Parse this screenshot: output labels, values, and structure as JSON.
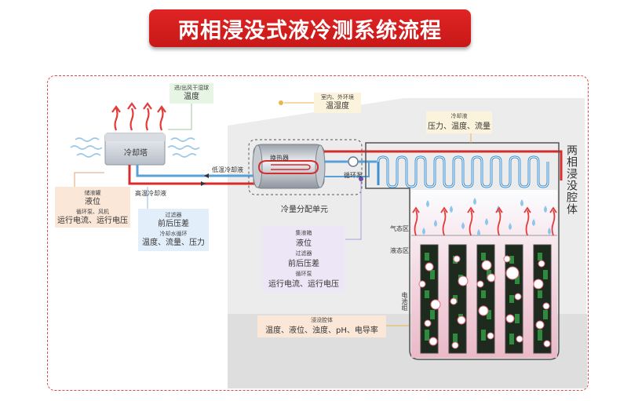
{
  "title": "两相浸没式液冷测系统流程",
  "boxes": {
    "inlet_air": {
      "title": "进/出风干湿球",
      "value": "温度"
    },
    "room_env": {
      "title": "室内、外环境",
      "value": "温湿度"
    },
    "coolant": {
      "title": "冷却液",
      "value": "压力、温度、流量"
    },
    "storage": {
      "title": "储液罐",
      "value": "液位",
      "title2": "循环泵、风机",
      "value2": "运行电流、运行电压"
    },
    "filter": {
      "title": "过滤器",
      "value": "前后压差",
      "title2": "冷却水循环",
      "value2": "温度、流量、压力"
    },
    "cdu": {
      "title": "集液箱",
      "value": "液位",
      "title2": "过滤器",
      "value2": "前后压差",
      "title3": "循环泵",
      "value3": "运行电流、运行电压"
    },
    "tank": {
      "title": "浸没腔体",
      "value": "温度、液位、浊度、pH、电导率"
    }
  },
  "labels": {
    "cooling_tower": "冷却塔",
    "low_temp": "低温冷却液",
    "high_temp": "高温冷却液",
    "heat_exchanger": "换热器",
    "pump": "循环泵",
    "cdu_unit": "冷量分配单元",
    "vertical_title": "两相浸没腔体",
    "gas_zone": "气态区",
    "liquid_zone": "液态区",
    "battery_group": "电池组"
  }
}
